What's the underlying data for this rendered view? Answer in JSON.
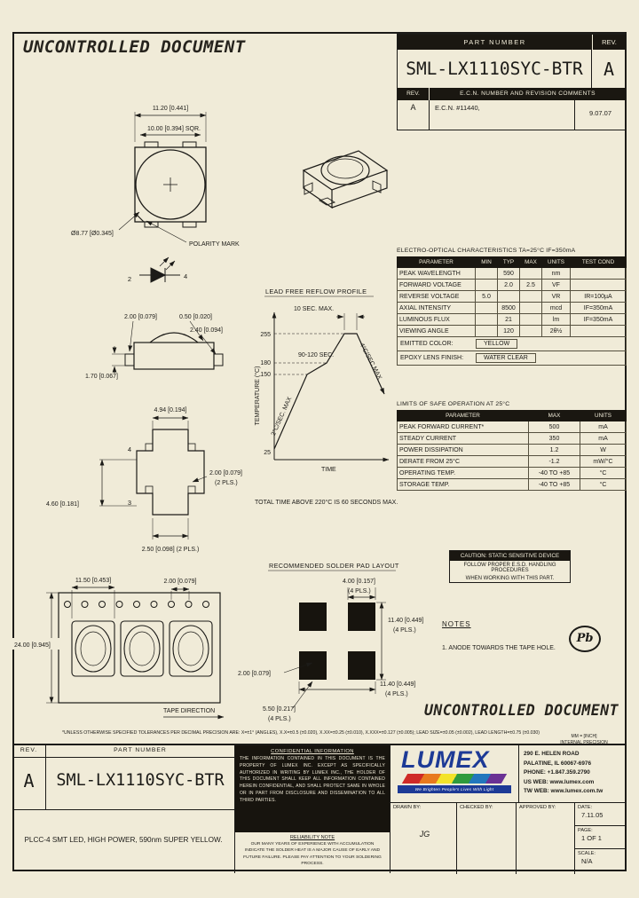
{
  "watermark": {
    "text": "UNCONTROLLED DOCUMENT"
  },
  "header": {
    "part_number_label": "PART NUMBER",
    "rev_label": "REV.",
    "part_number": "SML-LX1110SYC-BTR",
    "rev": "A",
    "ecn_col1": "REV.",
    "ecn_col2": "E.C.N. NUMBER AND REVISION COMMENTS",
    "ecn_rev": "A",
    "ecn_comment": "E.C.N. #11440,",
    "ecn_date": "9.07.07"
  },
  "top_view": {
    "dim_width": "11.20 [0.441]",
    "dim_body": "10.00 [0.394] SQR.",
    "dim_lens": "Ø8.77 [Ø0.345]",
    "polarity": "POLARITY MARK"
  },
  "schematic": {
    "pin2": "2",
    "pin4": "4"
  },
  "side_view": {
    "dim_lead": "2.00 [0.079]",
    "dim_standoff": "0.50 [0.020]",
    "dim_height": "2.40 [0.094]",
    "dim_body": "1.70 [0.067]"
  },
  "bottom_view": {
    "dim_top": "4.94 [0.194]",
    "pin4": "4",
    "pin3": "3",
    "dim_lead_w": "2.00 [0.079]",
    "dim_lead_w2": "(2 PLS.)",
    "dim_left": "4.60 [0.181]",
    "dim_bottom": "2.50 [0.098] (2 PLS.)"
  },
  "reflow": {
    "title": "LEAD FREE REFLOW PROFILE",
    "peak_hold": "10 SEC. MAX.",
    "soak": "90-120 SEC.",
    "ramp_up": "2°C/SEC. MAX",
    "ramp_down": "4°C/SEC MAX",
    "y_label": "TEMPERATURE (°C)",
    "x_label": "TIME",
    "t255": "255",
    "t180": "180",
    "t150": "150",
    "t25": "25",
    "note": "TOTAL TIME ABOVE 220°C IS 60 SECONDS MAX."
  },
  "eo": {
    "title": "ELECTRO-OPTICAL CHARACTERISTICS  TA=25°C    IF=350mA",
    "headers": [
      "PARAMETER",
      "MIN",
      "TYP",
      "MAX",
      "UNITS",
      "TEST COND"
    ],
    "rows": [
      [
        "PEAK WAVELENGTH",
        "",
        "590",
        "",
        "nm",
        ""
      ],
      [
        "FORWARD VOLTAGE",
        "",
        "2.0",
        "2.5",
        "VF",
        ""
      ],
      [
        "REVERSE VOLTAGE",
        "5.0",
        "",
        "",
        "VR",
        "IR=100µA"
      ],
      [
        "AXIAL INTENSITY",
        "",
        "8500",
        "",
        "mcd",
        "IF=350mA"
      ],
      [
        "LUMINOUS FLUX",
        "",
        "21",
        "",
        "lm",
        "IF=350mA"
      ],
      [
        "VIEWING ANGLE",
        "",
        "120",
        "",
        "2θ½",
        ""
      ]
    ],
    "emitted_color_label": "EMITTED COLOR:",
    "emitted_color": "YELLOW",
    "lens_label": "EPOXY LENS FINISH:",
    "lens": "WATER CLEAR"
  },
  "limits": {
    "title": "LIMITS OF SAFE OPERATION AT 25°C",
    "headers": [
      "PARAMETER",
      "MAX",
      "UNITS"
    ],
    "rows": [
      [
        "PEAK FORWARD CURRENT*",
        "500",
        "mA"
      ],
      [
        "STEADY CURRENT",
        "350",
        "mA"
      ],
      [
        "POWER DISSIPATION",
        "1.2",
        "W"
      ],
      [
        "DERATE FROM 25°C",
        "-1.2",
        "mW/°C"
      ],
      [
        "OPERATING TEMP.",
        "-40 TO +85",
        "°C"
      ],
      [
        "STORAGE TEMP.",
        "-40 TO +85",
        "°C"
      ]
    ]
  },
  "solder": {
    "title": "RECOMMENDED SOLDER PAD LAYOUT",
    "dim_pad_w": "4.00 [0.157]",
    "dim_pad_w2": "(4 PLS.)",
    "dim_overall_h": "11.40 [0.449]",
    "dim_overall_h2": "(4 PLS.)",
    "dim_overall_w": "11.40 [0.449]",
    "dim_overall_w2": "(4 PLS.)",
    "dim_gap_left": "2.00 [0.079]",
    "dim_pad_h": "5.50 [0.217]",
    "dim_pad_h2": "(4 PLS.)"
  },
  "tape": {
    "dim_pocket": "11.50 [0.453]",
    "dim_hole": "2.00 [0.079]",
    "dim_width": "24.00 [0.945]",
    "direction": "TAPE DIRECTION"
  },
  "caution": {
    "line1": "CAUTION: STATIC SENSITIVE DEVICE",
    "line2": "FOLLOW PROPER E.S.D. HANDLING PROCEDURES",
    "line3": "WHEN WORKING WITH THIS PART."
  },
  "notes": {
    "title": "NOTES",
    "note1": "1. ANODE TOWARDS THE TAPE HOLE."
  },
  "pb": "Pb",
  "titleblock": {
    "tolerance_note": "*UNLESS OTHERWISE SPECIFIED TOLERANCES PER DECIMAL PRECISION ARE: X=±1° (ANGLES), X.X=±0.5 (±0.020), X.XX=±0.25 (±0.010), X.XXX=±0.127 (±0.005); LEAD SIZE=±0.05 (±0.002), LEAD LENGTH=±0.75 (±0.030)",
    "mm_note1": "MM = [INCH]",
    "mm_note2": "INTERNAL PRECISION",
    "rev_label": "REV.",
    "rev": "A",
    "part_number_label": "PART NUMBER",
    "part_number": "SML-LX1110SYC-BTR",
    "description": "PLCC-4 SMT LED, HIGH POWER, 590nm SUPER YELLOW.",
    "confidential_title": "CONFIDENTIAL INFORMATION",
    "confidential_body": "THE INFORMATION CONTAINED IN THIS DOCUMENT IS THE PROPERTY OF LUMEX INC. EXCEPT AS SPECIFICALLY AUTHORIZED IN WRITING BY LUMEX INC., THE HOLDER OF THIS DOCUMENT SHALL KEEP ALL INFORMATION CONTAINED HEREIN CONFIDENTIAL, AND SHALL PROTECT SAME IN WHOLE OR IN PART FROM DISCLOSURE AND DISSEMINATION TO ALL THIRD PARTIES.",
    "reliability_title": "RELIABILITY NOTE",
    "reliability_body": "OUR MANY YEARS OF EXPERIENCE WITH ACCUMULATION INDICATE THE SOLDER HEAT IS A MAJOR CAUSE OF EARLY AND FUTURE FAILURE. PLEASE PAY ATTENTION TO YOUR SOLDERING PROCESS.",
    "address1": "290 E. HELEN ROAD",
    "address2": "PALATINE, IL  60067-6976",
    "phone": "PHONE: +1.847.359.2790",
    "usweb": "US WEB: www.lumex.com",
    "twweb": "TW WEB: www.lumex.com.tw",
    "drawn_label": "DRAWN BY:",
    "drawn_value": "JG",
    "checked_label": "CHECKED BY:",
    "approved_label": "APPROVED BY:",
    "date_label": "DATE:",
    "date_value": "7.11.05",
    "page_label": "PAGE:",
    "page_value": "1 OF 1",
    "scale_label": "SCALE:",
    "scale_value": "N/A"
  },
  "logo": {
    "name": "LUMEX",
    "tagline": "We Brighten People's Lives With Light"
  }
}
